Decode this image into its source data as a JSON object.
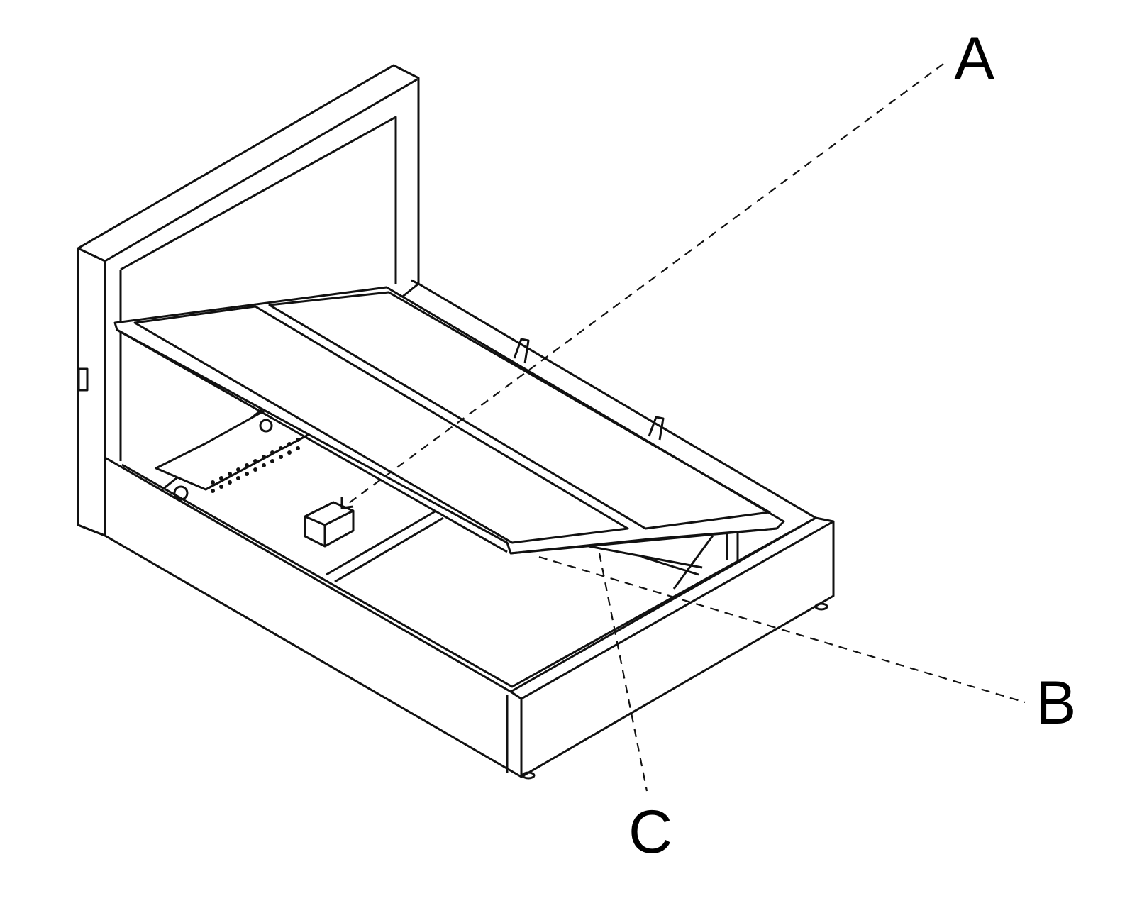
{
  "diagram": {
    "labels": {
      "a": "A",
      "b": "B",
      "c": "C"
    },
    "line_color": "#111111",
    "background": "#ffffff"
  }
}
